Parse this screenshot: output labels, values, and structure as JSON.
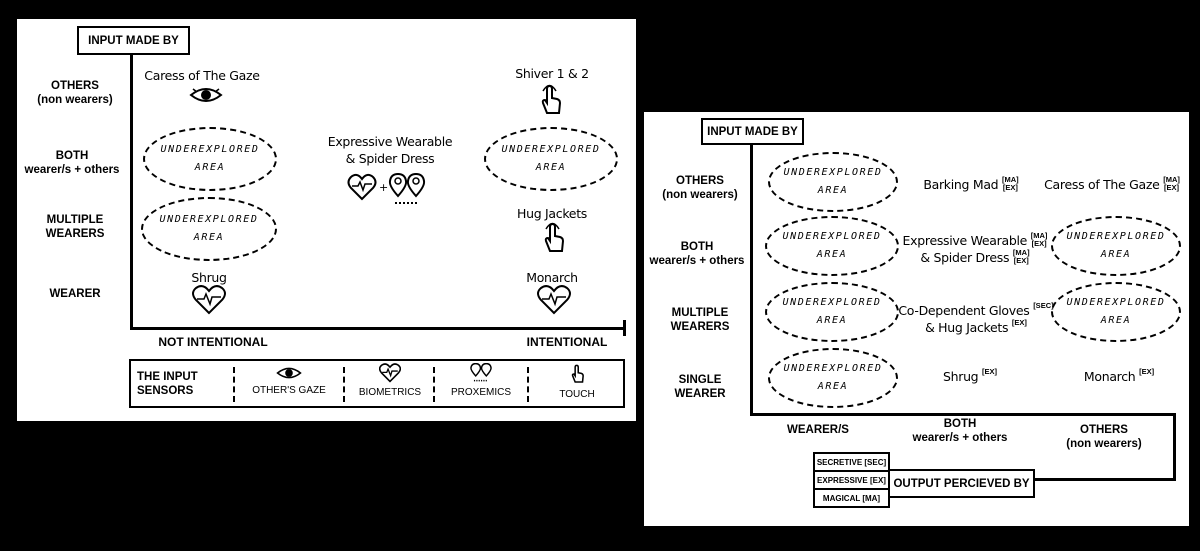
{
  "left": {
    "header": "INPUT MADE BY",
    "rows": [
      {
        "line1": "OTHERS",
        "line2": "(non wearers)"
      },
      {
        "line1": "BOTH",
        "line2": "wearer/s + others"
      },
      {
        "line1": "MULTIPLE",
        "line2": "WEARERS"
      },
      {
        "line1": "WEARER",
        "line2": ""
      }
    ],
    "x_labels": {
      "left": "NOT INTENTIONAL",
      "right": "INTENTIONAL"
    },
    "items": {
      "caress": "Caress of The Gaze",
      "shiver": "Shiver 1 & 2",
      "expressive_1": "Expressive Wearable",
      "expressive_2": "& Spider Dress",
      "hug": "Hug Jackets",
      "shrug": "Shrug",
      "monarch": "Monarch"
    },
    "underexplored": {
      "line1": "UNDEREXPLORED",
      "line2": "AREA"
    },
    "sensors": {
      "title_1": "THE INPUT",
      "title_2": "SENSORS",
      "items": [
        "OTHER'S GAZE",
        "BIOMETRICS",
        "PROXEMICS",
        "TOUCH"
      ]
    }
  },
  "right": {
    "header": "INPUT MADE BY",
    "rows": [
      {
        "line1": "OTHERS",
        "line2": "(non wearers)"
      },
      {
        "line1": "BOTH",
        "line2": "wearer/s + others"
      },
      {
        "line1": "MULTIPLE",
        "line2": "WEARERS"
      },
      {
        "line1": "SINGLE",
        "line2": "WEARER"
      }
    ],
    "columns": [
      {
        "line1": "WEARER/S",
        "line2": ""
      },
      {
        "line1": "BOTH",
        "line2": "wearer/s + others"
      },
      {
        "line1": "OTHERS",
        "line2": "(non wearers)"
      }
    ],
    "items": {
      "barking": "Barking Mad",
      "barking_tag1": "[MA]",
      "barking_tag2": "[EX]",
      "caress": "Caress of The Gaze",
      "caress_tag1": "[MA]",
      "caress_tag2": "[EX]",
      "expressive_1": "Expressive Wearable",
      "expressive_1_tag1": "[MA]",
      "expressive_1_tag2": "[EX]",
      "expressive_2": "& Spider Dress",
      "expressive_2_tag1": "[MA]",
      "expressive_2_tag2": "[EX]",
      "codependent": "Co-Dependent Gloves",
      "codependent_tag": "[SEC]",
      "hug": "& Hug Jackets",
      "hug_tag": "[EX]",
      "shrug": "Shrug",
      "shrug_tag": "[EX]",
      "monarch": "Monarch",
      "monarch_tag": "[EX]"
    },
    "underexplored": {
      "line1": "UNDEREXPLORED",
      "line2": "AREA"
    },
    "output_label": "OUTPUT PERCIEVED BY",
    "legend": [
      "SECRETIVE [SEC]",
      "EXPRESSIVE [EX]",
      "MAGICAL [MA]"
    ]
  }
}
